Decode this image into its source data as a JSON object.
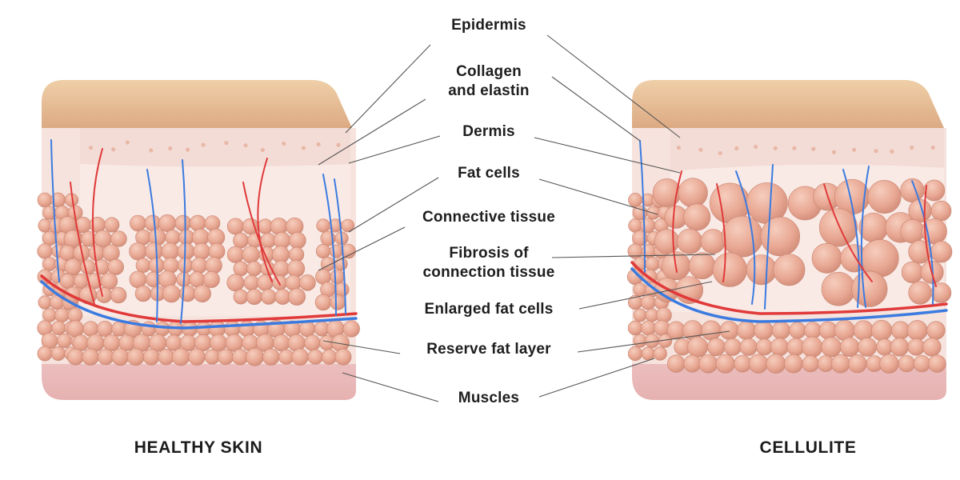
{
  "labels": {
    "epidermis": "Epidermis",
    "collagen_line1": "Collagen",
    "collagen_line2": "and elastin",
    "dermis": "Dermis",
    "fat_cells": "Fat cells",
    "connective_tissue": "Connective tissue",
    "fibrosis_line1": "Fibrosis of",
    "fibrosis_line2": "connection tissue",
    "enlarged_fat_cells": "Enlarged fat cells",
    "reserve_fat_layer": "Reserve fat layer",
    "muscles": "Muscles"
  },
  "titles": {
    "healthy": "HEALTHY SKIN",
    "cellulite": "CELLULITE"
  },
  "colors": {
    "epidermis": "#e6bd96",
    "dermis": "#f7e2dc",
    "fat_cell": "#e8a893",
    "muscle": "#efc3c3",
    "vein": "#3b7be0",
    "artery": "#e03a3a",
    "leader_line": "#555555"
  }
}
